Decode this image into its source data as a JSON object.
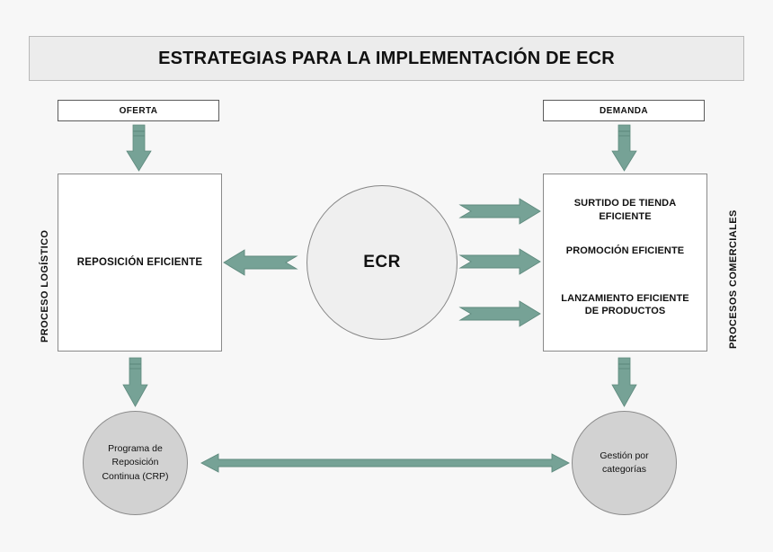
{
  "diagram": {
    "title": "ESTRATEGIAS PARA LA IMPLEMENTACIÓN DE ECR",
    "background_color": "#f7f7f7",
    "accent_color": "#76a296",
    "header_boxes": {
      "left": "OFERTA",
      "right": "DEMANDA"
    },
    "side_captions": {
      "left": "PROCESO LOGÍSTICO",
      "right": "PROCESOS COMERCIALES"
    },
    "left_box": {
      "label": "REPOSICIÓN EFICIENTE"
    },
    "center": {
      "label": "ECR"
    },
    "right_box": {
      "items": [
        "SURTIDO DE TIENDA\nEFICIENTE",
        "PROMOCIÓN EFICIENTE",
        "LANZAMIENTO EFICIENTE\nDE PRODUCTOS"
      ]
    },
    "bottom_nodes": {
      "left": "Programa de\nReposición\nContinua (CRP)",
      "right": "Gestión por\ncategorías"
    },
    "connectors": [
      {
        "name": "oferta-to-reposicion",
        "direction": "down"
      },
      {
        "name": "demanda-to-procesos",
        "direction": "down"
      },
      {
        "name": "ecr-to-reposicion",
        "direction": "left"
      },
      {
        "name": "ecr-to-surtido",
        "direction": "right"
      },
      {
        "name": "ecr-to-promocion",
        "direction": "right"
      },
      {
        "name": "ecr-to-lanzamiento",
        "direction": "right"
      },
      {
        "name": "reposicion-to-crp",
        "direction": "down"
      },
      {
        "name": "procesos-to-gestion",
        "direction": "down"
      },
      {
        "name": "crp-to-gestion",
        "direction": "both"
      }
    ]
  }
}
